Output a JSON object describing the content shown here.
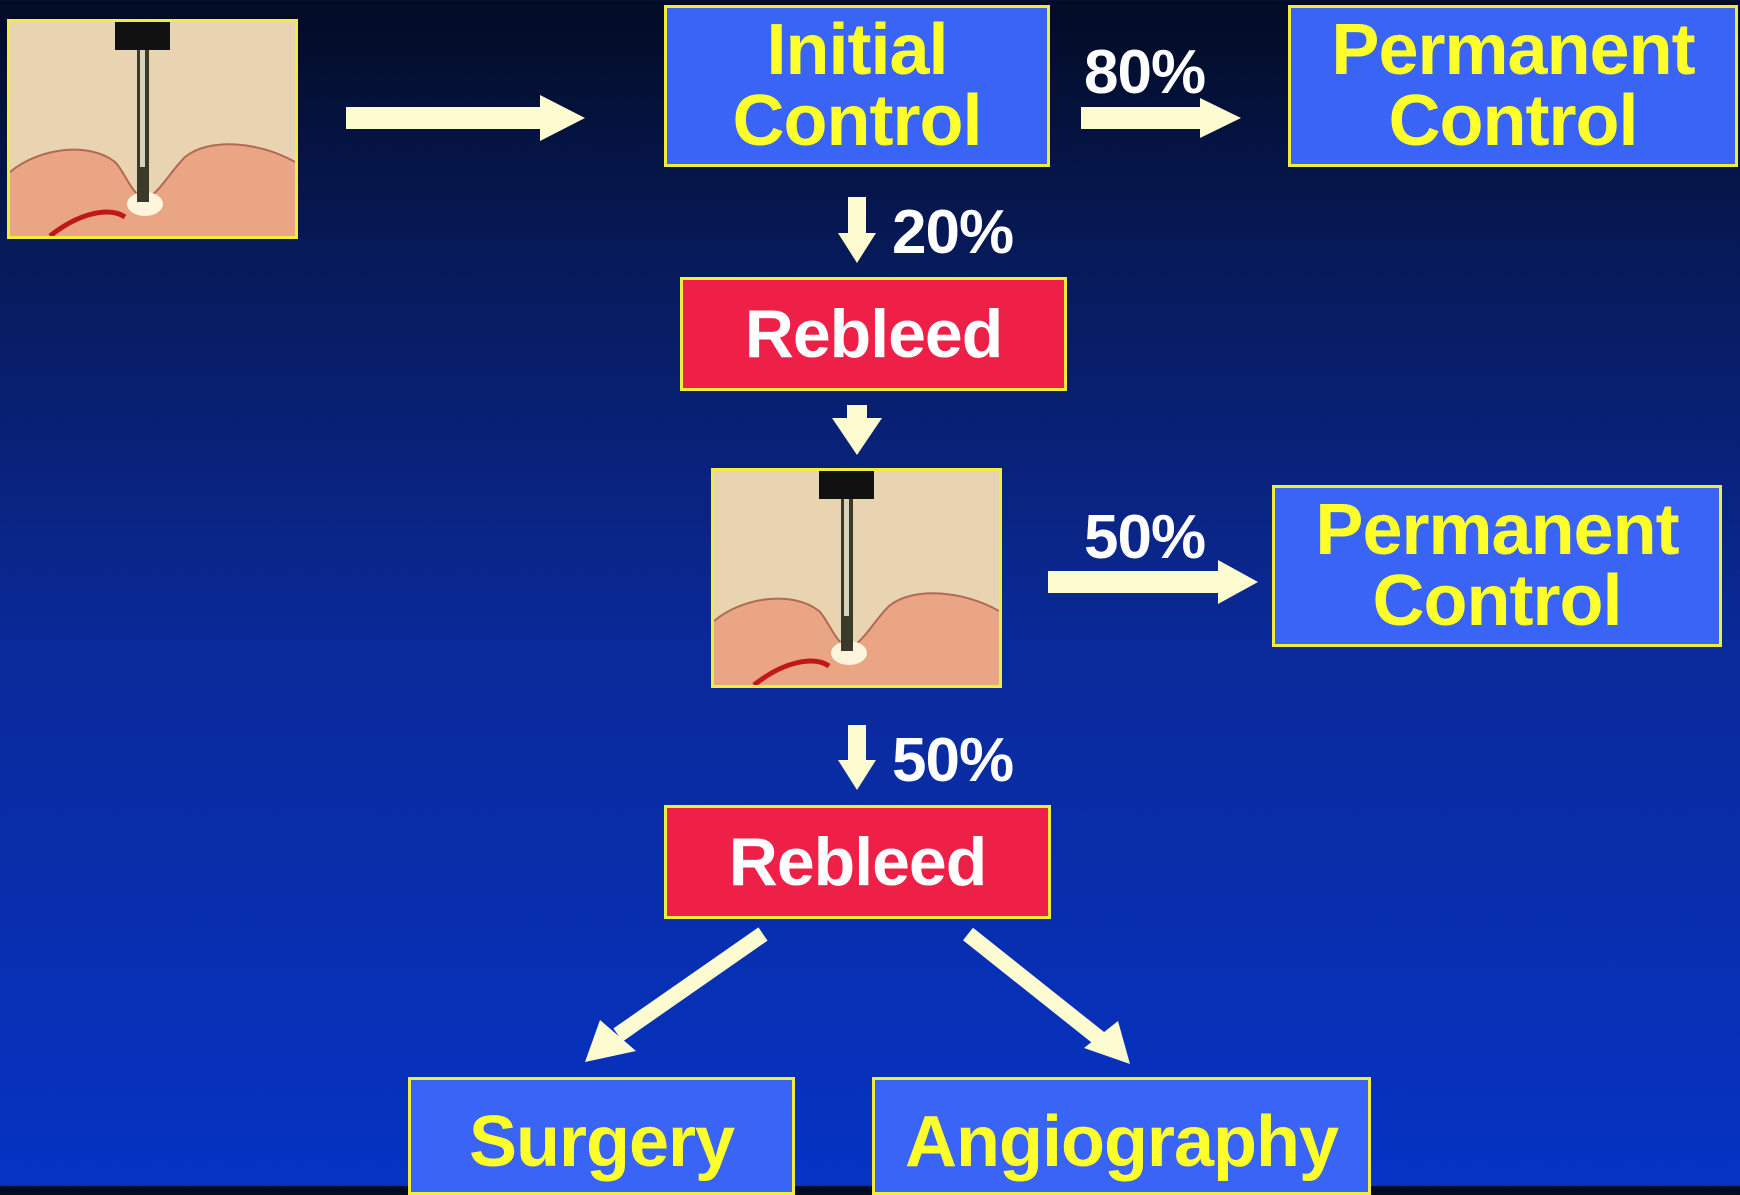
{
  "nodes": {
    "initial": [
      "Initial",
      "Control"
    ],
    "permanent_top": [
      "Permanent",
      "Control"
    ],
    "rebleed_1": "Rebleed",
    "permanent_mid": [
      "Permanent",
      "Control"
    ],
    "rebleed_2": "Rebleed",
    "surgery": "Surgery",
    "angiography": "Angiography"
  },
  "edges": {
    "initial_to_permanent": "80%",
    "initial_to_rebleed": "20%",
    "retreat_to_permanent": "50%",
    "retreat_to_rebleed": "50%"
  },
  "images": {
    "first": "endoscopic-injection-image",
    "second": "endoscopic-injection-image"
  },
  "colors": {
    "box_blue": "#3a64f6",
    "box_red": "#ef2047",
    "box_text_yellow": "#ffff2a",
    "border_yellow": "#f1ee3a",
    "arrow_cream": "#fcfcd0"
  }
}
